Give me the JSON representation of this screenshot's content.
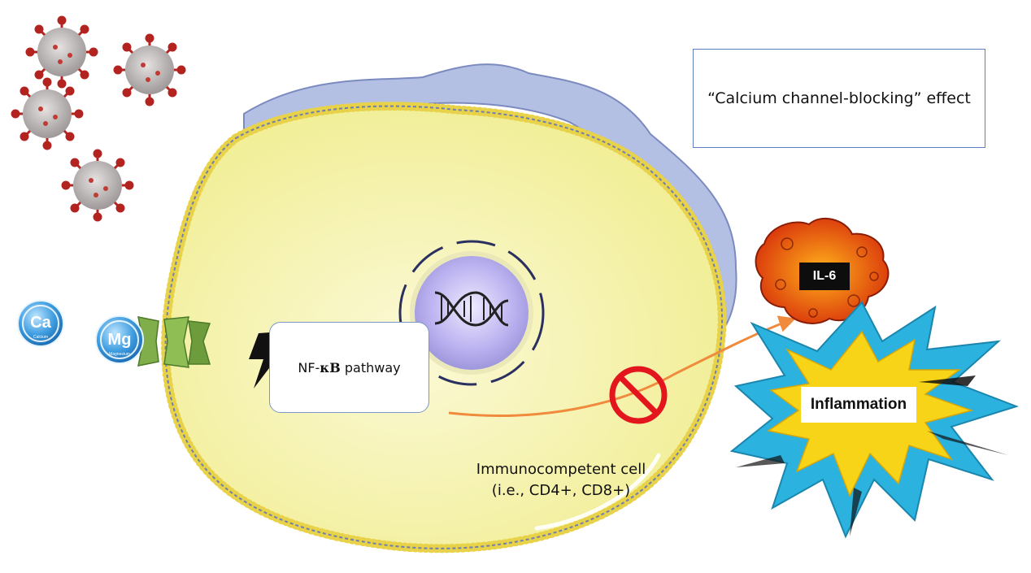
{
  "effect_label": "“Calcium channel-blocking” effect",
  "nfkb": {
    "prefix": "NF-",
    "kappa_b": "κB",
    "suffix": " pathway"
  },
  "cell_label": {
    "line1": "Immunocompetent cell",
    "line2": "(i.e., CD4+, CD8+)"
  },
  "ions": {
    "calcium": {
      "symbol": "Ca",
      "name": "Calcium"
    },
    "magnesium": {
      "symbol": "Mg",
      "name": "Magnesium"
    }
  },
  "il6_label": "IL-6",
  "inflammation_label": "Inflammation",
  "colors": {
    "cytoplasm": "#f6f3a8",
    "membrane_bead": "#e8d24a",
    "nucleus": "#c9c2f2",
    "channel": "#7fae4a",
    "arrow": "#f08a3c",
    "prohibition": "#e3161d",
    "burst_outer": "#2bb2df",
    "burst_inner": "#f7d417",
    "virus": "#b3231f"
  },
  "icons": [
    "virus-icon",
    "calcium-ion-icon",
    "magnesium-ion-icon",
    "ion-channel-icon",
    "lightning-icon",
    "dna-icon",
    "prohibition-icon",
    "cytokine-blob-icon",
    "explosion-icon"
  ]
}
